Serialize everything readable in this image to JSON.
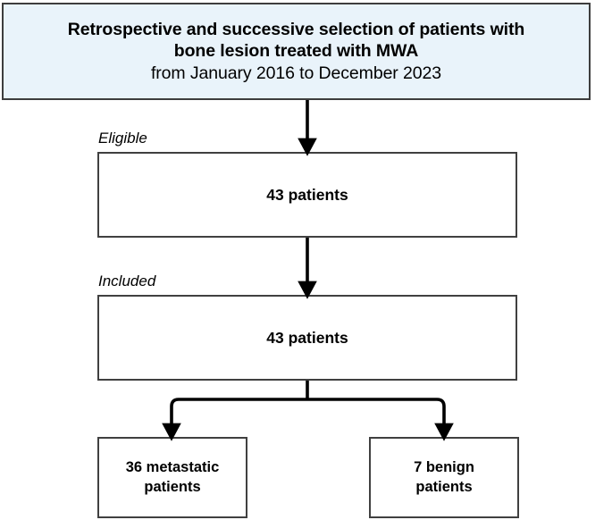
{
  "diagram": {
    "type": "flowchart",
    "title_box": {
      "name": "study-selection-header",
      "lines": [
        {
          "text": "Retrospective and successive selection of patients with",
          "style": "bold"
        },
        {
          "text": "bone lesion treated with MWA",
          "style": "bold"
        },
        {
          "text": "from January 2016 to December 2023",
          "style": "regular"
        }
      ],
      "fill_color": "#e9f3fa",
      "border_color": "#3d3d3d"
    },
    "stages": [
      {
        "label": "Eligible",
        "box_text": "43 patients",
        "count": 43
      },
      {
        "label": "Included",
        "box_text": "43 patients",
        "count": 43
      }
    ],
    "outcomes": [
      {
        "name": "metastatic-group",
        "line1": "36 metastatic",
        "line2": "patients",
        "count": 36
      },
      {
        "name": "benign-group",
        "line1": "7 benign",
        "line2": "patients",
        "count": 7
      }
    ],
    "connectors": [
      {
        "name": "header-to-eligible",
        "kind": "arrow-down"
      },
      {
        "name": "eligible-to-included",
        "kind": "arrow-down"
      },
      {
        "name": "included-to-split",
        "kind": "split-two-arrows"
      }
    ],
    "colors": {
      "box_border": "#404040",
      "header_fill": "#e9f3fa",
      "connector": "#000000",
      "background": "#ffffff"
    }
  }
}
